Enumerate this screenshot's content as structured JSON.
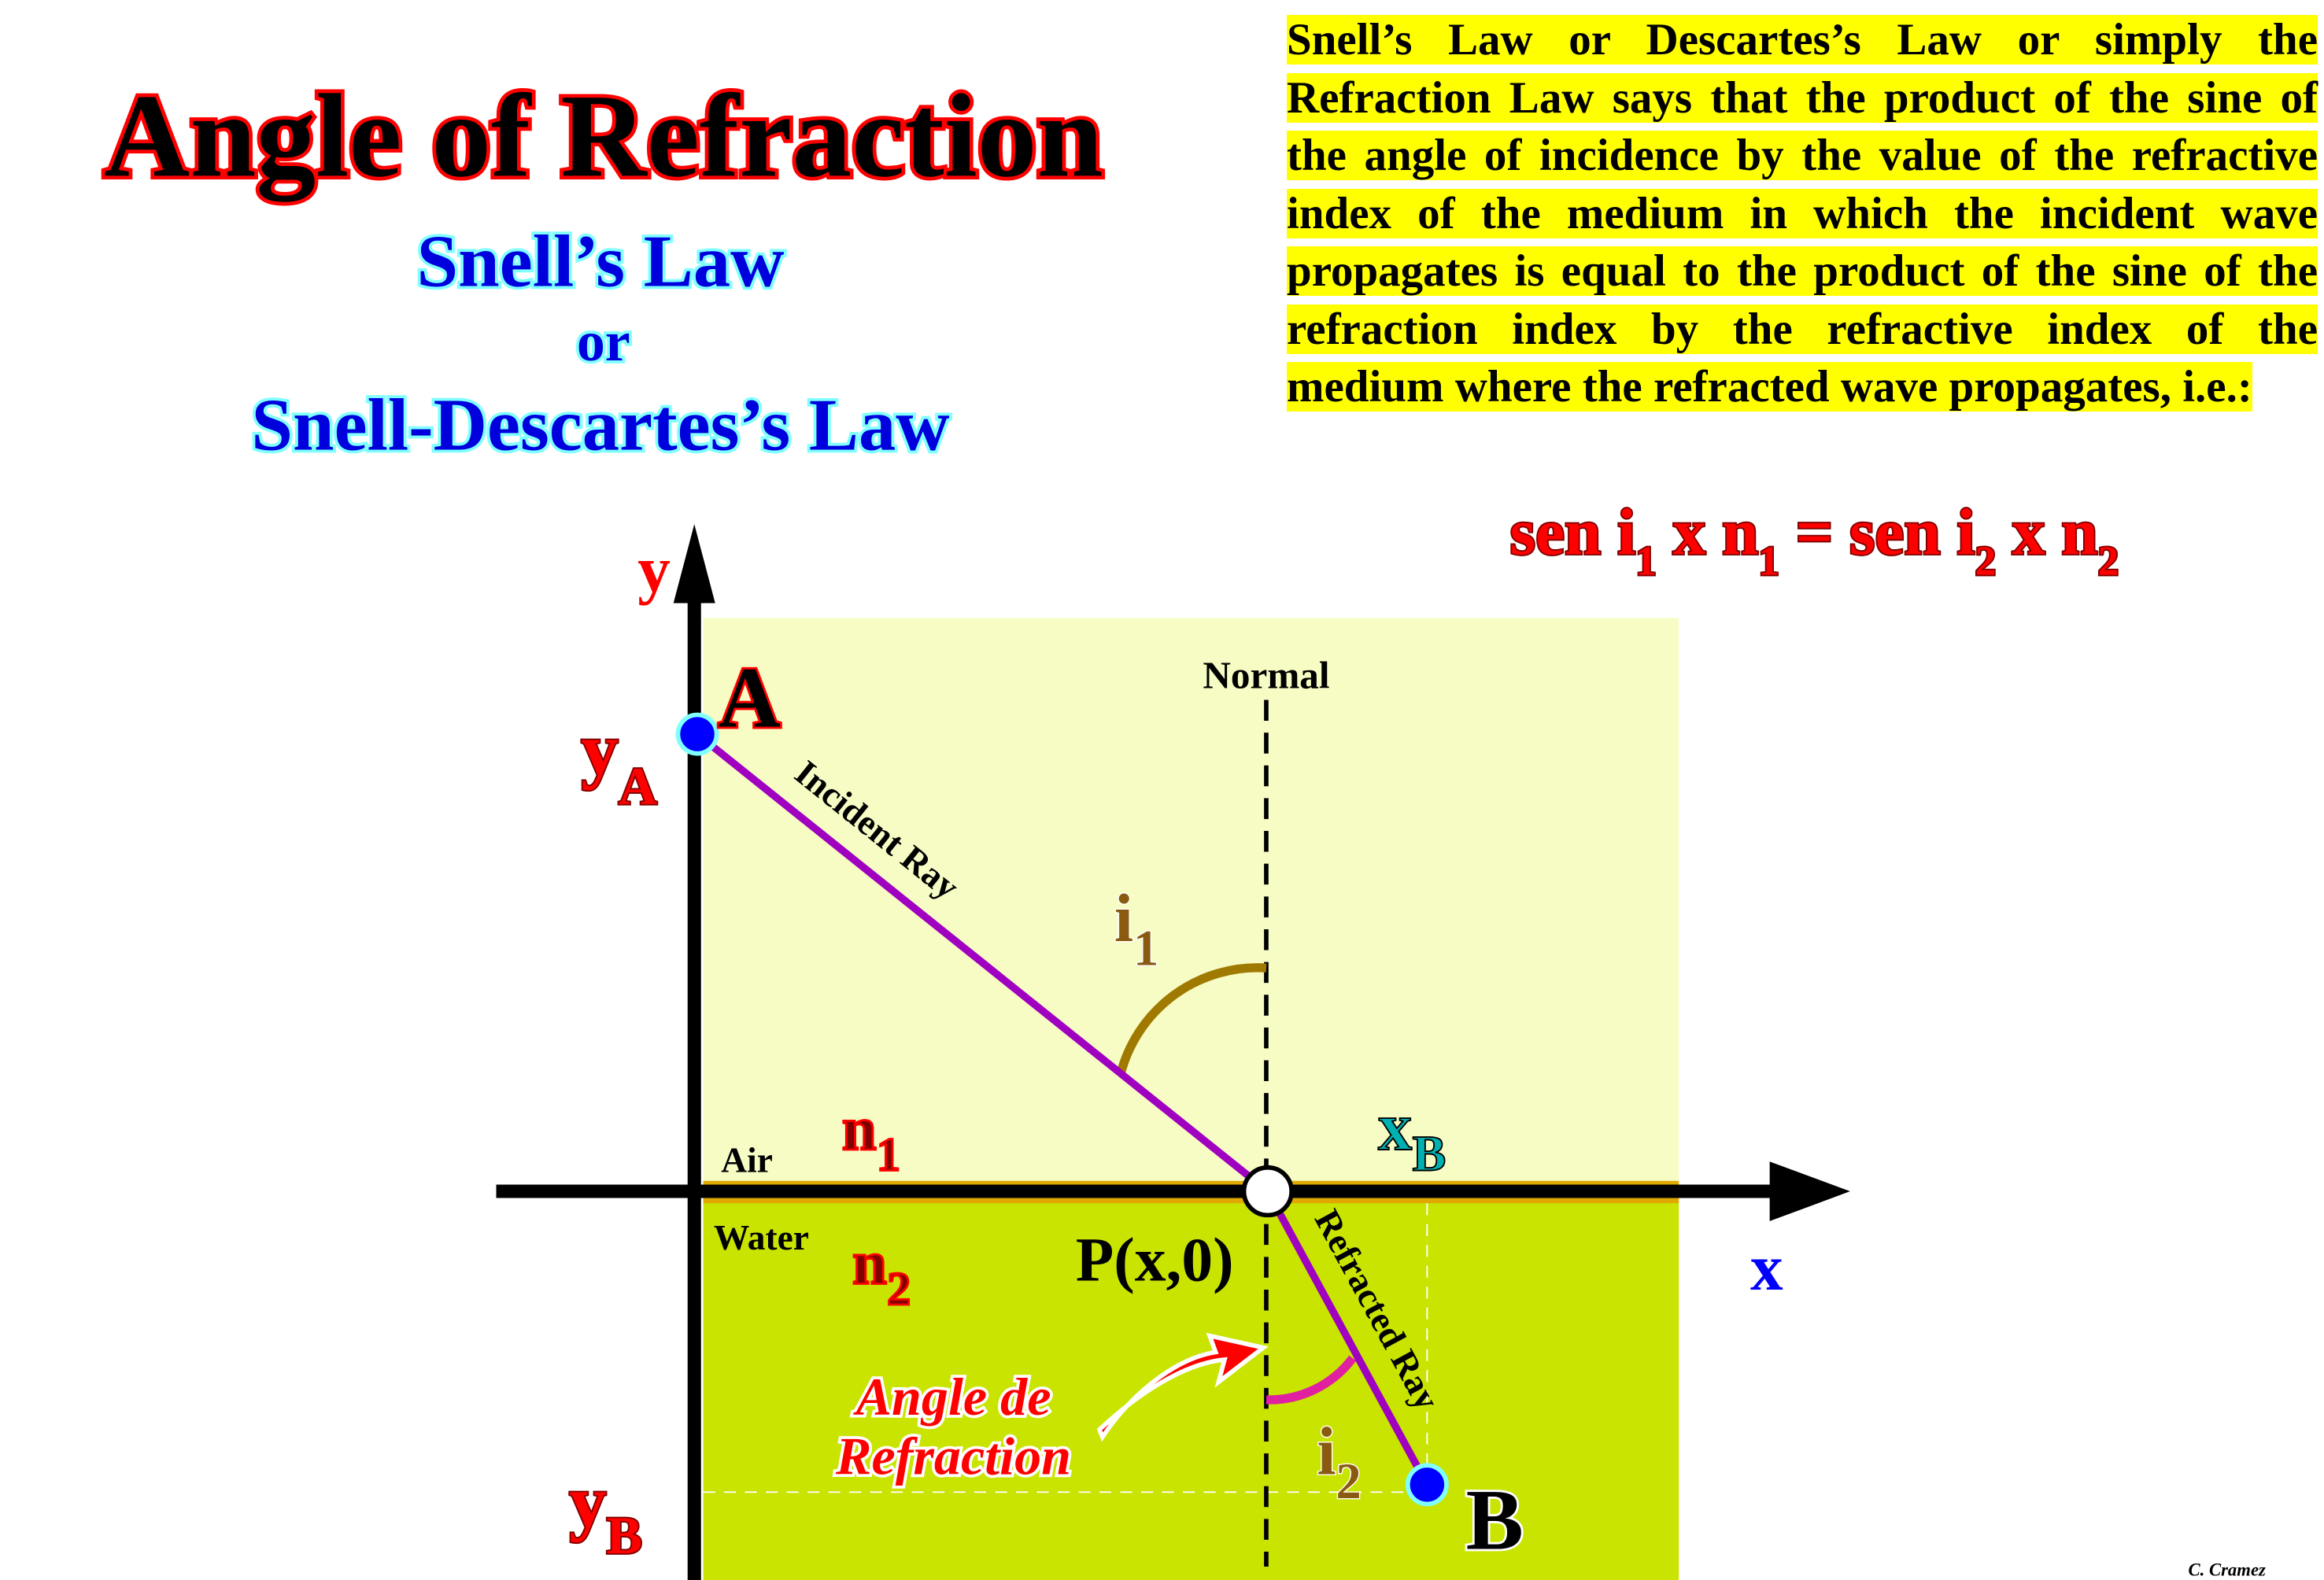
{
  "title": "Angle of Refraction",
  "subtitle1": "Snell’s Law",
  "subtitle_or": "or",
  "subtitle2": "Snell-Descartes’s Law",
  "description": "Snell’s Law or Descartes’s Law or simply the Refraction Law says that the product of the sine of the angle of incidence by the value of the refractive index of the medium in which the incident wave propagates is equal to the product of the sine of the refraction index by the refractive index of the medium where the refracted wave propagates, i.e.:",
  "equation": {
    "sen1": "sen i",
    "sub_i1": "1",
    "x1": " x n",
    "sub_n1": "1",
    "eq": " = sen i",
    "sub_i2": "2",
    "x2": " x n",
    "sub_n2": "2"
  },
  "diagram": {
    "y_axis": "y",
    "x_axis": "x",
    "point_a": "A",
    "point_b": "B",
    "y_a": "y",
    "y_a_sub": "A",
    "y_b": "y",
    "y_b_sub": "B",
    "x_b": "x",
    "x_b_sub": "B",
    "normal": "Normal",
    "incident_ray": "Incident Ray",
    "refracted_ray": "Refracted Ray",
    "air": "Air",
    "water": "Water",
    "n1": "n",
    "n1_sub": "1",
    "n2": "n",
    "n2_sub": "2",
    "point_p": "P(x,0)",
    "i1": "i",
    "i1_sub": "1",
    "i2": "i",
    "i2_sub": "2",
    "callout_line1": "Angle de",
    "callout_line2": "Refraction"
  },
  "credit": "C. Cramez",
  "colors": {
    "air": "#f7fcc4",
    "water": "#c8e400",
    "interface": "#e0a800",
    "ray": "#a000c0",
    "arc1": "#a07a00",
    "arc2": "#e020a0",
    "title_stroke": "#ff0000",
    "subtitle": "#0000dd"
  }
}
